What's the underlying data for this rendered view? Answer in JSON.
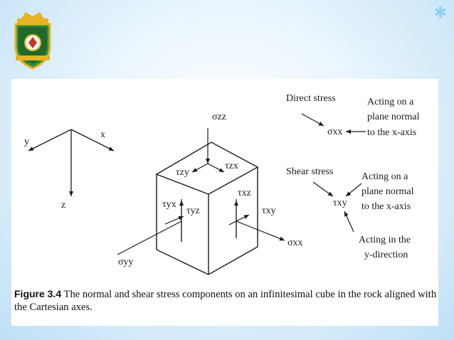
{
  "axes": {
    "x": "x",
    "y": "y",
    "z": "z"
  },
  "cube": {
    "sigma_zz": "σzz",
    "sigma_xx": "σxx",
    "sigma_yy": "σyy",
    "tau_zy": "τzy",
    "tau_zx": "τzx",
    "tau_yx": "τyx",
    "tau_yz": "τyz",
    "tau_xz": "τxz",
    "tau_xy": "τxy"
  },
  "legend": {
    "direct_title": "Direct stress",
    "direct_symbol": "σxx",
    "direct_desc": [
      "Acting on a",
      "plane normal",
      "to the x-axis"
    ],
    "shear_title": "Shear stress",
    "shear_symbol": "τxy",
    "shear_desc": [
      "Acting on a",
      "plane normal",
      "to the x-axis"
    ],
    "shear_dir": [
      "Acting in the",
      "y-direction"
    ]
  },
  "caption": {
    "label": "Figure 3.4",
    "text": " The normal and shear stress components on an infinitesimal cube in the rock aligned with the Cartesian axes."
  },
  "colors": {
    "accent_star": "#8fd0f4",
    "logo_green": "#2f8a3a",
    "logo_gold": "#e6b422",
    "logo_red": "#c0392b"
  }
}
